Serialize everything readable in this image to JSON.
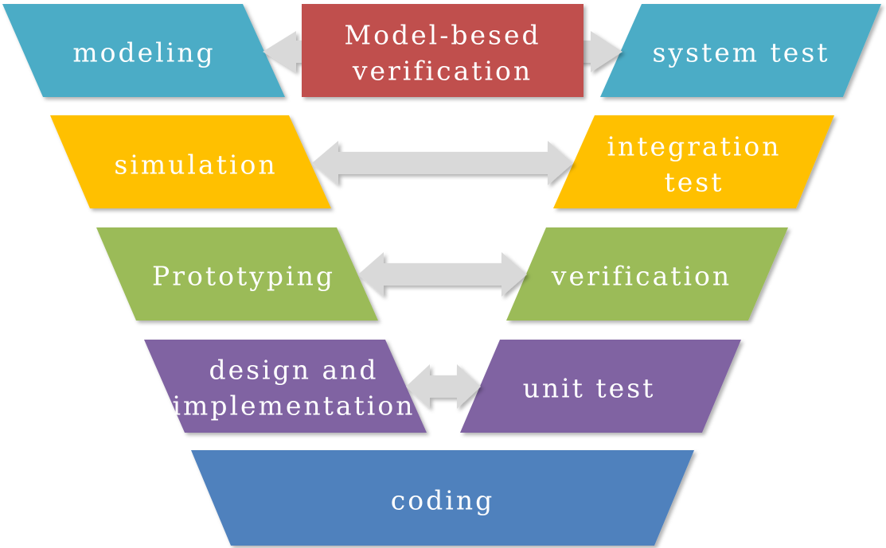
{
  "colors": {
    "teal": "#4BACC6",
    "red": "#C0504D",
    "gold": "#FFC000",
    "green": "#9BBB59",
    "purple": "#8064A2",
    "blue": "#4F81BD",
    "arrow": "#D9D9D9"
  },
  "rows": [
    {
      "left": "modeling",
      "center": [
        "Model-besed",
        "verification"
      ],
      "right": "system test"
    },
    {
      "left": "simulation",
      "right": [
        "integration",
        "test"
      ]
    },
    {
      "left": "Prototyping",
      "right": "verification"
    },
    {
      "left": [
        "design and",
        "implementation"
      ],
      "right": "unit test"
    }
  ],
  "base": "coding"
}
